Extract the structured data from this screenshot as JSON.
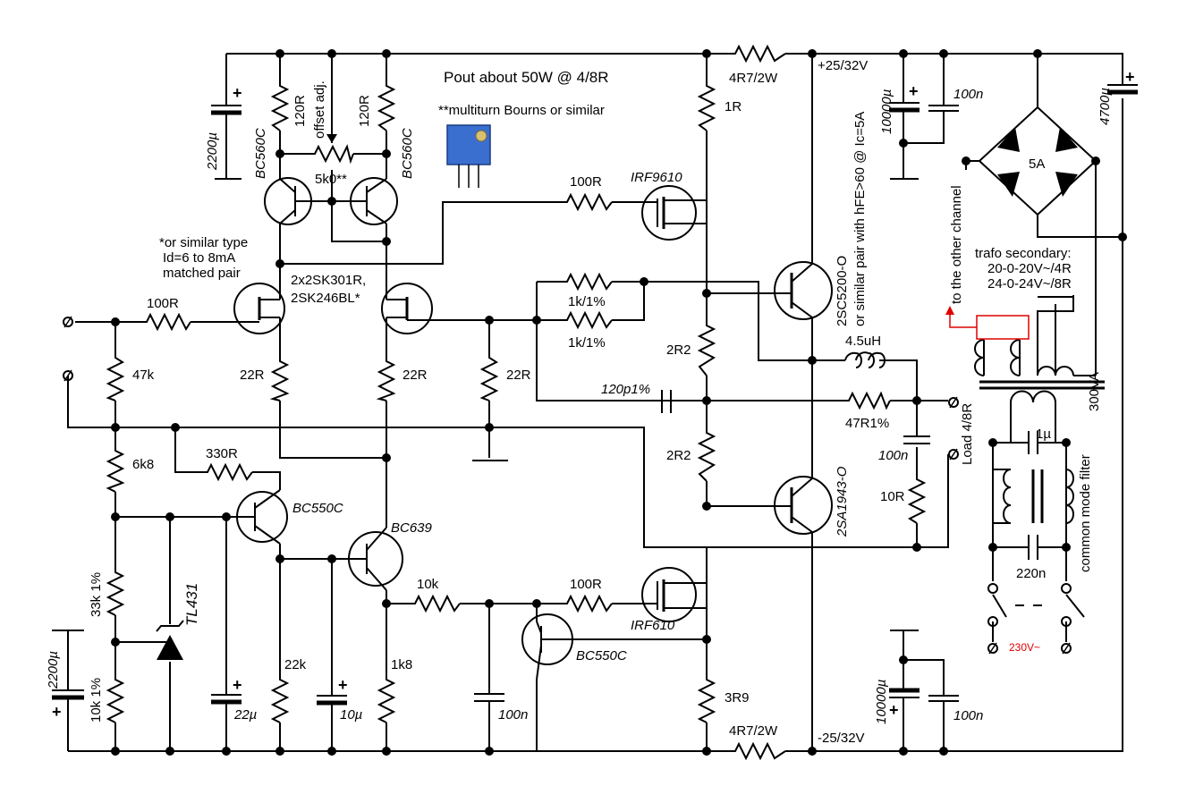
{
  "notes": {
    "title": "Pout about 50W @ 4/8R",
    "multiturn": "**multiturn Bourns or similar",
    "similar_type": "*or similar type",
    "id_range": "Id=6 to 8mA",
    "matched": "matched pair",
    "out_pair_1": "2SC5200-O",
    "out_pair_2": "or similar pair with hFE>60 @ Ic=5A",
    "other_channel": "to the other channel",
    "trafo_1": "trafo secondary:",
    "trafo_2": "20-0-20V~/4R",
    "trafo_3": "24-0-24V~/8R",
    "trafo_va": "300VA",
    "cm_filter": "common mode filter",
    "mains": "230V~",
    "load": "Load 4/8R",
    "rail_pos": "+25/32V",
    "rail_neg": "-25/32V"
  },
  "labels": {
    "c2200_top": "2200µ",
    "r120_l": "120R",
    "r120_r": "120R",
    "offset": "offset adj.",
    "bc560_l": "BC560C",
    "bc560_r": "BC560C",
    "pot": "5k0**",
    "jfet": "2x2SK301R,",
    "jfet2": "2SK246BL*",
    "r100_in": "100R",
    "r47k": "47k",
    "r22_l": "22R",
    "r22_r": "22R",
    "r22_fb": "22R",
    "r6k8": "6k8",
    "r330": "330R",
    "bc550_top": "BC550C",
    "bc639": "BC639",
    "tl431": "TL431",
    "r33k": "33k 1%",
    "r10k1": "10k 1%",
    "c2200_bot": "2200µ",
    "c22u": "22µ",
    "r22k": "22k",
    "c10u": "10µ",
    "r1k8": "1k8",
    "r10k": "10k",
    "c100n_mid": "100n",
    "bc550_bot": "BC550C",
    "r100_irf610": "100R",
    "irf610": "IRF610",
    "r3r9": "3R9",
    "r4r7_bot": "4R7/2W",
    "r4r7_top": "4R7/2W",
    "r1r": "1R",
    "r100_irf9610": "100R",
    "irf9610": "IRF9610",
    "r1k_a": "1k/1%",
    "r1k_b": "1k/1%",
    "r2r2_a": "2R2",
    "r2r2_b": "2R2",
    "c120p": "120p1%",
    "l45": "4.5uH",
    "r47r": "47R1%",
    "c100n_out": "100n",
    "r10r": "10R",
    "sa1943": "2SA1943-O",
    "c10000_top": "10000µ",
    "c100n_top": "100n",
    "c10000_bot": "10000µ",
    "c100n_bot": "100n",
    "c4700": "4700µ",
    "bridge": "5A",
    "c1u": "1µ",
    "c220n": "220n"
  },
  "colors": {
    "line": "#000000",
    "accent": "#e00000",
    "trimmer": "#3a6fd0"
  }
}
